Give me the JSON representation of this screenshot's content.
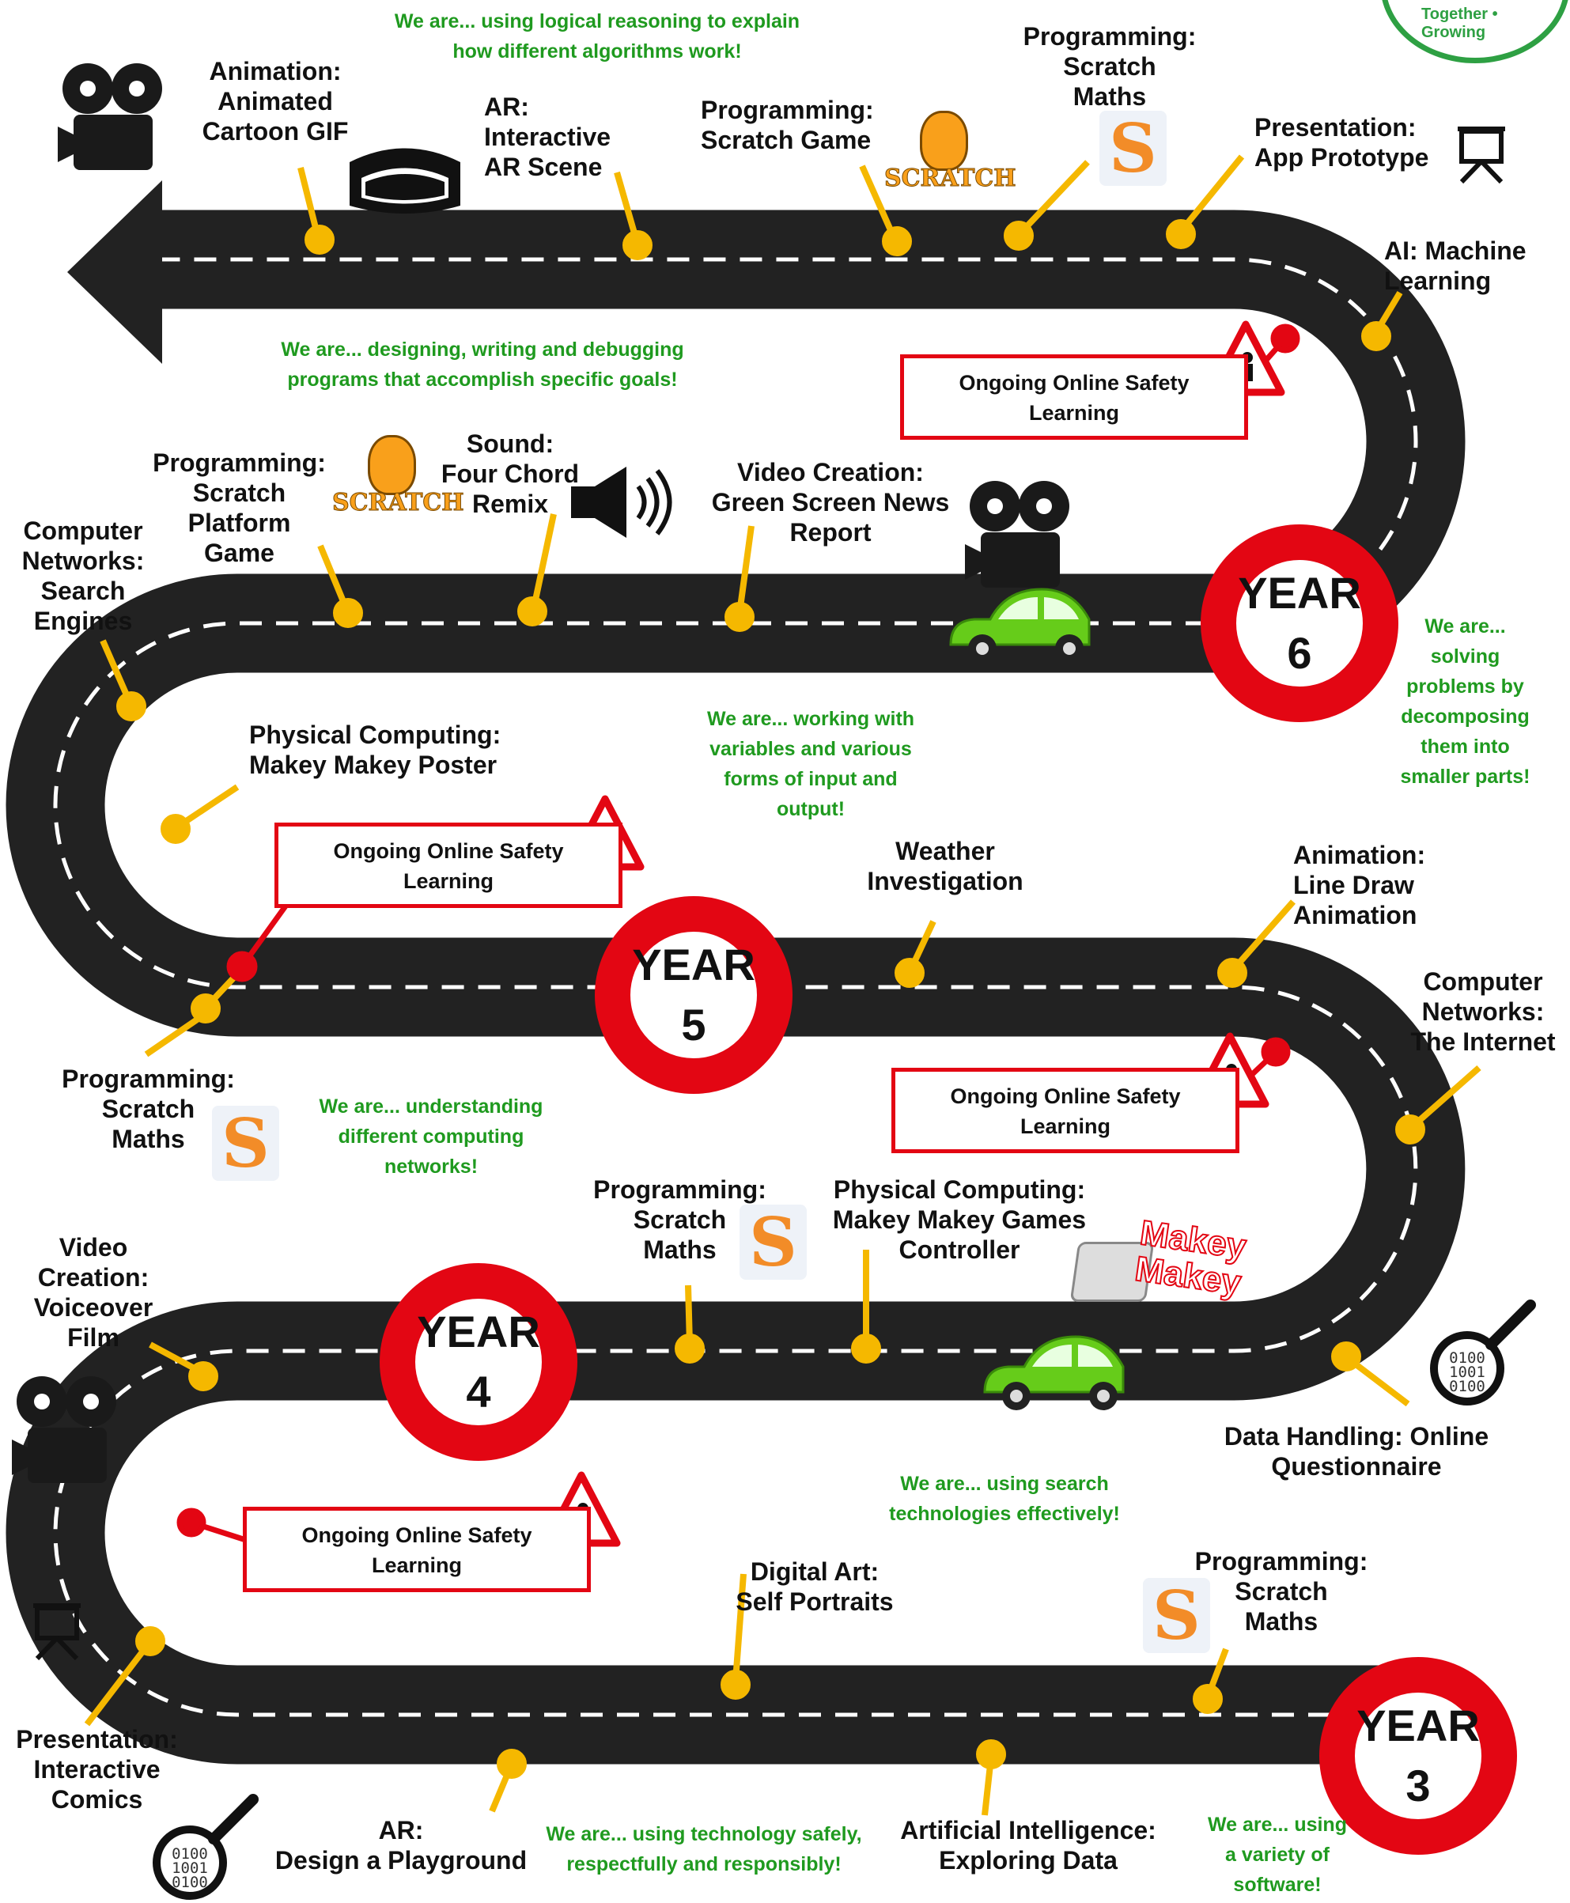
{
  "logo": {
    "text": "Together • Growing"
  },
  "years": [
    {
      "id": "y3",
      "label": "YEAR\n3"
    },
    {
      "id": "y4",
      "label": "YEAR\n4"
    },
    {
      "id": "y5",
      "label": "YEAR\n5"
    },
    {
      "id": "y6",
      "label": "YEAR\n6"
    }
  ],
  "safety_label": "Ongoing Online Safety\nLearning",
  "milestones": {
    "y6_animation": "Animation:\nAnimated\nCartoon GIF",
    "y6_ar": "AR:\nInteractive\nAR Scene",
    "y6_scratch_game": "Programming:\nScratch Game",
    "y6_scratch_maths": "Programming:\nScratch\nMaths",
    "y6_presentation": "Presentation:\nApp Prototype",
    "y6_ai": "AI:  Machine\nLearning",
    "y5_platform": "Programming:\nScratch\nPlatform\nGame",
    "y5_sound": "Sound:\nFour Chord\nRemix",
    "y5_video": "Video Creation:\nGreen Screen News\nReport",
    "y5_networks": "Computer\nNetworks:\nSearch\nEngines",
    "y5_makey": "Physical Computing:\nMakey Makey Poster",
    "y4_scratch_maths_top": "Programming:\nScratch\nMaths",
    "y4_weather": "Weather\nInvestigation",
    "y4_line_draw": "Animation:\nLine Draw\nAnimation",
    "y4_internet": "Computer\nNetworks:\nThe Internet",
    "y4_scratch_maths": "Programming:\nScratch\nMaths",
    "y4_makey_games": "Physical Computing:\nMakey Makey Games\nController",
    "y4_voiceover": "Video\nCreation:\nVoiceover\nFilm",
    "y4_data": "Data Handling: Online\nQuestionnaire",
    "y3_digital_art": "Digital Art:\nSelf Portraits",
    "y3_scratch_maths": "Programming:\nScratch\nMaths",
    "y3_presentation": "Presentation:\nInteractive\nComics",
    "y3_ar": "AR:\nDesign a Playground",
    "y3_ai": "Artificial Intelligence:\nExploring Data"
  },
  "statements": {
    "logical": "We are... using logical reasoning to explain\nhow different algorithms work!",
    "designing": "We are... designing, writing and debugging\nprograms that accomplish specific goals!",
    "decomposing": "We are...\nsolving\nproblems by\ndecomposing\nthem into\nsmaller parts!",
    "variables": "We are... working with\nvariables and various\nforms of input and\noutput!",
    "networks": "We are... understanding\ndifferent computing\nnetworks!",
    "search": "We are... using search\ntechnologies effectively!",
    "safely": "We are... using technology safely,\nrespectfully and responsibly!",
    "variety": "We are... using\na variety of\nsoftware!"
  },
  "icons": {
    "scratch_text": "SCRATCH",
    "scratch_letter": "S",
    "makey_text": "Makey\nMakey",
    "binary_text": "0100\n1001\n0100"
  },
  "colors": {
    "road": "#222222",
    "sign_red": "#e30613",
    "pin": "#f5b800",
    "car": "#66cc1a",
    "statement_green": "#1f9a1f"
  }
}
